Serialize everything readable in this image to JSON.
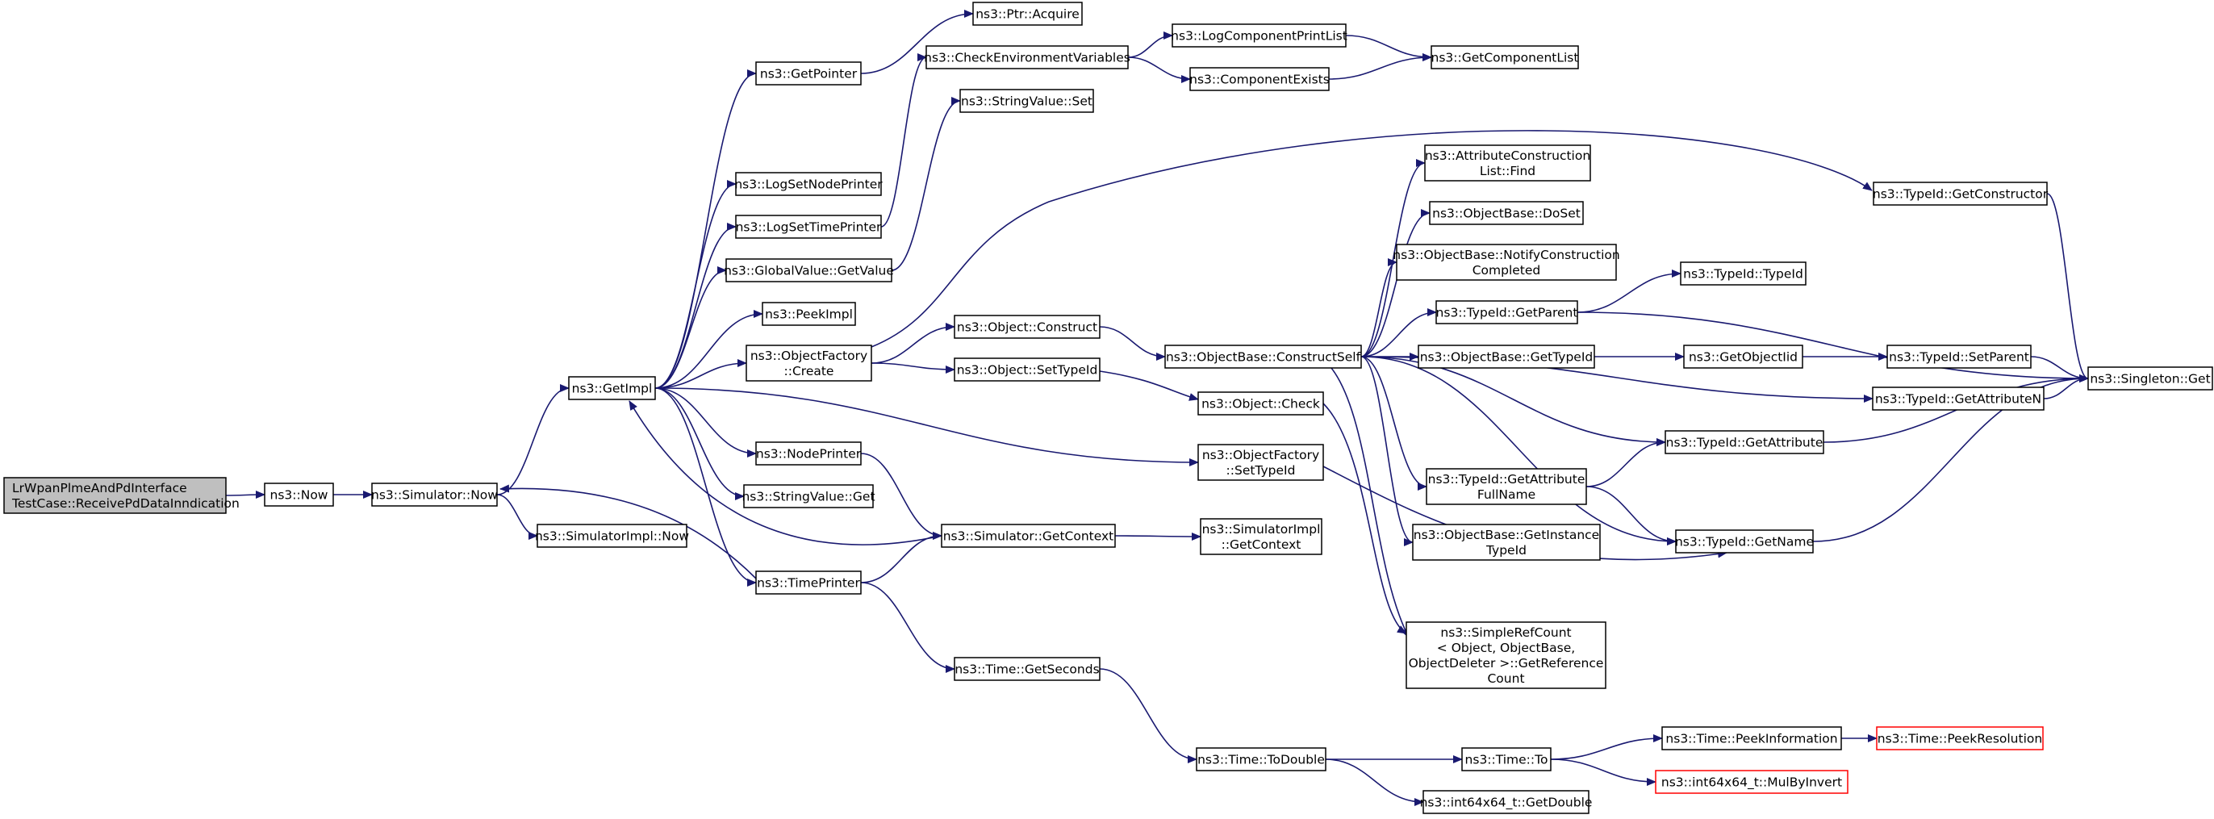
{
  "nodes": [
    {
      "id": "n0",
      "lines": [
        "LrWpanPlmeAndPdInterface",
        "TestCase::ReceivePdDataInndication"
      ],
      "style": "root"
    },
    {
      "id": "n1",
      "lines": [
        "ns3::Now"
      ],
      "style": "normal"
    },
    {
      "id": "n2",
      "lines": [
        "ns3::Simulator::Now"
      ],
      "style": "normal"
    },
    {
      "id": "n3",
      "lines": [
        "ns3::GetImpl"
      ],
      "style": "normal"
    },
    {
      "id": "n4",
      "lines": [
        "ns3::SimulatorImpl::Now"
      ],
      "style": "normal"
    },
    {
      "id": "n5",
      "lines": [
        "ns3::GetPointer"
      ],
      "style": "normal"
    },
    {
      "id": "n6",
      "lines": [
        "ns3::LogSetNodePrinter"
      ],
      "style": "normal"
    },
    {
      "id": "n7",
      "lines": [
        "ns3::LogSetTimePrinter"
      ],
      "style": "normal"
    },
    {
      "id": "n8",
      "lines": [
        "ns3::GlobalValue::GetValue"
      ],
      "style": "normal"
    },
    {
      "id": "n9",
      "lines": [
        "ns3::PeekImpl"
      ],
      "style": "normal"
    },
    {
      "id": "n10",
      "lines": [
        "ns3::ObjectFactory",
        "::Create"
      ],
      "style": "normal"
    },
    {
      "id": "n11",
      "lines": [
        "ns3::NodePrinter"
      ],
      "style": "normal"
    },
    {
      "id": "n12",
      "lines": [
        "ns3::StringValue::Get"
      ],
      "style": "normal"
    },
    {
      "id": "n13",
      "lines": [
        "ns3::TimePrinter"
      ],
      "style": "normal"
    },
    {
      "id": "n14",
      "lines": [
        "ns3::Ptr::Acquire"
      ],
      "style": "normal"
    },
    {
      "id": "n15",
      "lines": [
        "ns3::CheckEnvironmentVariables"
      ],
      "style": "normal"
    },
    {
      "id": "n16",
      "lines": [
        "ns3::StringValue::Set"
      ],
      "style": "normal"
    },
    {
      "id": "n17",
      "lines": [
        "ns3::Object::Construct"
      ],
      "style": "normal"
    },
    {
      "id": "n18",
      "lines": [
        "ns3::Object::SetTypeId"
      ],
      "style": "normal"
    },
    {
      "id": "n19",
      "lines": [
        "ns3::Simulator::GetContext"
      ],
      "style": "normal"
    },
    {
      "id": "n20",
      "lines": [
        "ns3::Time::GetSeconds"
      ],
      "style": "normal"
    },
    {
      "id": "n21",
      "lines": [
        "ns3::LogComponentPrintList"
      ],
      "style": "normal"
    },
    {
      "id": "n22",
      "lines": [
        "ns3::ComponentExists"
      ],
      "style": "normal"
    },
    {
      "id": "n23",
      "lines": [
        "ns3::ObjectBase::ConstructSelf"
      ],
      "style": "normal"
    },
    {
      "id": "n24",
      "lines": [
        "ns3::Object::Check"
      ],
      "style": "normal"
    },
    {
      "id": "n25",
      "lines": [
        "ns3::ObjectFactory",
        "::SetTypeId"
      ],
      "style": "normal"
    },
    {
      "id": "n26",
      "lines": [
        "ns3::SimulatorImpl",
        "::GetContext"
      ],
      "style": "normal"
    },
    {
      "id": "n27",
      "lines": [
        "ns3::Time::ToDouble"
      ],
      "style": "normal"
    },
    {
      "id": "n28",
      "lines": [
        "ns3::GetComponentList"
      ],
      "style": "normal"
    },
    {
      "id": "n29",
      "lines": [
        "ns3::AttributeConstruction",
        "List::Find"
      ],
      "style": "normal"
    },
    {
      "id": "n30",
      "lines": [
        "ns3::ObjectBase::DoSet"
      ],
      "style": "normal"
    },
    {
      "id": "n31",
      "lines": [
        "ns3::ObjectBase::NotifyConstruction",
        "Completed"
      ],
      "style": "normal"
    },
    {
      "id": "n32",
      "lines": [
        "ns3::TypeId::GetParent"
      ],
      "style": "normal"
    },
    {
      "id": "n33",
      "lines": [
        "ns3::ObjectBase::GetTypeId"
      ],
      "style": "normal"
    },
    {
      "id": "n34",
      "lines": [
        "ns3::TypeId::GetAttribute",
        "FullName"
      ],
      "style": "normal"
    },
    {
      "id": "n35",
      "lines": [
        "ns3::ObjectBase::GetInstance",
        "TypeId"
      ],
      "style": "normal"
    },
    {
      "id": "n36",
      "lines": [
        "ns3::SimpleRefCount",
        "< Object, ObjectBase,",
        "ObjectDeleter >::GetReference",
        "Count"
      ],
      "style": "normal"
    },
    {
      "id": "n37",
      "lines": [
        "ns3::Time::To"
      ],
      "style": "normal"
    },
    {
      "id": "n38",
      "lines": [
        "ns3::int64x64_t::GetDouble"
      ],
      "style": "normal"
    },
    {
      "id": "n39",
      "lines": [
        "ns3::TypeId::GetConstructor"
      ],
      "style": "normal"
    },
    {
      "id": "n40",
      "lines": [
        "ns3::TypeId::TypeId"
      ],
      "style": "normal"
    },
    {
      "id": "n41",
      "lines": [
        "ns3::GetObjectIid"
      ],
      "style": "normal"
    },
    {
      "id": "n42",
      "lines": [
        "ns3::TypeId::GetAttributeN"
      ],
      "style": "normal"
    },
    {
      "id": "n43",
      "lines": [
        "ns3::TypeId::GetAttribute"
      ],
      "style": "normal"
    },
    {
      "id": "n44",
      "lines": [
        "ns3::TypeId::GetName"
      ],
      "style": "normal"
    },
    {
      "id": "n45",
      "lines": [
        "ns3::Time::PeekInformation"
      ],
      "style": "normal"
    },
    {
      "id": "n46",
      "lines": [
        "ns3::int64x64_t::MulByInvert"
      ],
      "style": "highlight"
    },
    {
      "id": "n47",
      "lines": [
        "ns3::TypeId::SetParent"
      ],
      "style": "normal"
    },
    {
      "id": "n48",
      "lines": [
        "ns3::Singleton::Get"
      ],
      "style": "normal"
    },
    {
      "id": "n49",
      "lines": [
        "ns3::Time::PeekResolution"
      ],
      "style": "highlight"
    }
  ],
  "edges": [
    [
      "n0",
      "n1"
    ],
    [
      "n1",
      "n2"
    ],
    [
      "n2",
      "n3"
    ],
    [
      "n2",
      "n4"
    ],
    [
      "n3",
      "n5"
    ],
    [
      "n3",
      "n6"
    ],
    [
      "n3",
      "n7"
    ],
    [
      "n3",
      "n8"
    ],
    [
      "n3",
      "n9"
    ],
    [
      "n3",
      "n10"
    ],
    [
      "n3",
      "n11"
    ],
    [
      "n3",
      "n12"
    ],
    [
      "n3",
      "n13"
    ],
    [
      "n3",
      "n25"
    ],
    [
      "n5",
      "n14"
    ],
    [
      "n7",
      "n15"
    ],
    [
      "n8",
      "n16"
    ],
    [
      "n10",
      "n17"
    ],
    [
      "n10",
      "n18"
    ],
    [
      "n10",
      "n39"
    ],
    [
      "n11",
      "n19"
    ],
    [
      "n13",
      "n19"
    ],
    [
      "n13",
      "n20"
    ],
    [
      "n13",
      "n2"
    ],
    [
      "n19",
      "n3"
    ],
    [
      "n19",
      "n26"
    ],
    [
      "n15",
      "n21"
    ],
    [
      "n15",
      "n22"
    ],
    [
      "n21",
      "n28"
    ],
    [
      "n22",
      "n28"
    ],
    [
      "n17",
      "n23"
    ],
    [
      "n18",
      "n24"
    ],
    [
      "n24",
      "n36"
    ],
    [
      "n23",
      "n29"
    ],
    [
      "n23",
      "n30"
    ],
    [
      "n23",
      "n31"
    ],
    [
      "n23",
      "n32"
    ],
    [
      "n23",
      "n33"
    ],
    [
      "n23",
      "n42"
    ],
    [
      "n23",
      "n43"
    ],
    [
      "n23",
      "n34"
    ],
    [
      "n23",
      "n35"
    ],
    [
      "n23",
      "n44"
    ],
    [
      "n23",
      "n36"
    ],
    [
      "n25",
      "n44"
    ],
    [
      "n32",
      "n40"
    ],
    [
      "n32",
      "n48"
    ],
    [
      "n33",
      "n41"
    ],
    [
      "n41",
      "n47"
    ],
    [
      "n47",
      "n48"
    ],
    [
      "n42",
      "n48"
    ],
    [
      "n43",
      "n48"
    ],
    [
      "n44",
      "n48"
    ],
    [
      "n39",
      "n48"
    ],
    [
      "n34",
      "n43"
    ],
    [
      "n34",
      "n44"
    ],
    [
      "n20",
      "n27"
    ],
    [
      "n27",
      "n37"
    ],
    [
      "n27",
      "n38"
    ],
    [
      "n37",
      "n45"
    ],
    [
      "n37",
      "n46"
    ],
    [
      "n45",
      "n49"
    ]
  ],
  "colors": {
    "edge": "#191970",
    "root_fill": "#bfbfbf",
    "highlight_border": "#ff0000",
    "node_border": "#000000"
  }
}
